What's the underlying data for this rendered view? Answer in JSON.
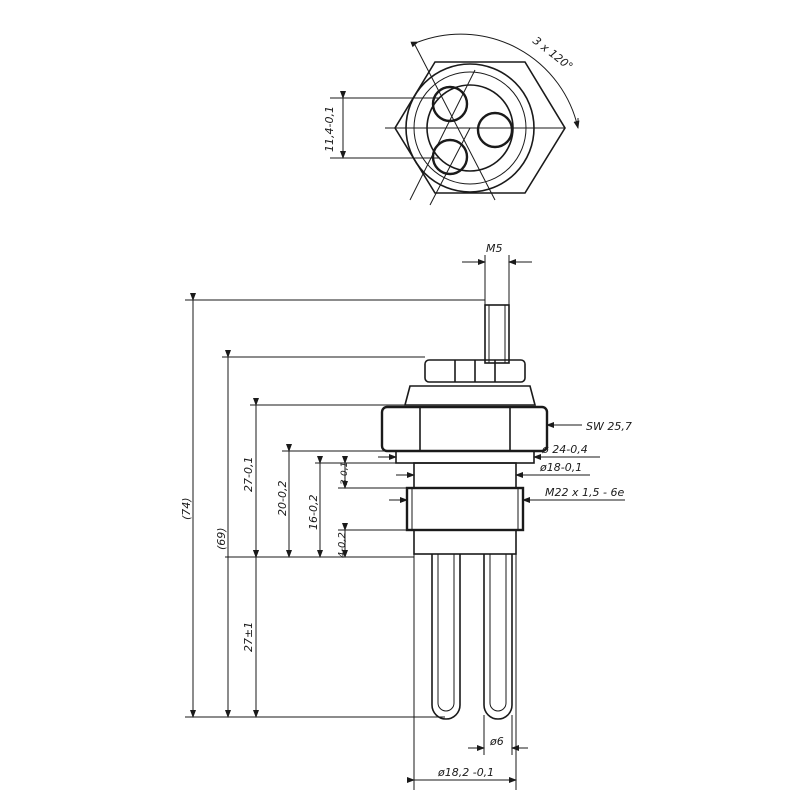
{
  "top_view": {
    "angle_label": "3 x 120°",
    "height_label": "11,4-0,1"
  },
  "side_view": {
    "thread_m5": "M5",
    "wrench_size": "SW 25,7",
    "dia_24": "ø 24-0,4",
    "dia_18": "ø18-0,1",
    "thread_m22": "M22 x 1,5 - 6e",
    "len_74": "(74)",
    "len_69": "(69)",
    "len_27_top": "27-0,1",
    "len_20": "20-0,2",
    "len_16": "16-0,2",
    "len_3": "3-0,1",
    "len_4": "4-0,2",
    "len_27_bottom": "27±1",
    "dia_6": "ø6",
    "dia_18_2": "ø18,2 -0,1"
  }
}
